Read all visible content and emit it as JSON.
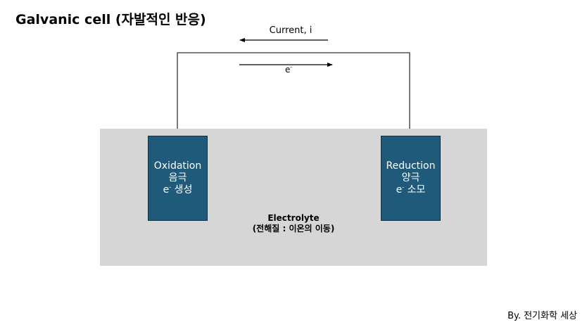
{
  "title": "Galvanic cell (자발적인 반응)",
  "current_label": "Current, i",
  "electron_flow_label": "e",
  "electron_superscript": "-",
  "anode": {
    "line1": "Oxidation",
    "line2": "음극",
    "line3_e": "e",
    "line3_sup": "-",
    "line3_text": " 생성",
    "fill_color": "#1f5a7b"
  },
  "cathode": {
    "line1": "Reduction",
    "line2": "양극",
    "line3_e": "e",
    "line3_sup": "-",
    "line3_text": " 소모",
    "fill_color": "#1f5a7b"
  },
  "electrolyte": {
    "line1": "Electrolyte",
    "line2": "(전해질 : 이온의 이동)",
    "fill_color": "#d6d6d6"
  },
  "credit": "By. 전기화학 세상"
}
